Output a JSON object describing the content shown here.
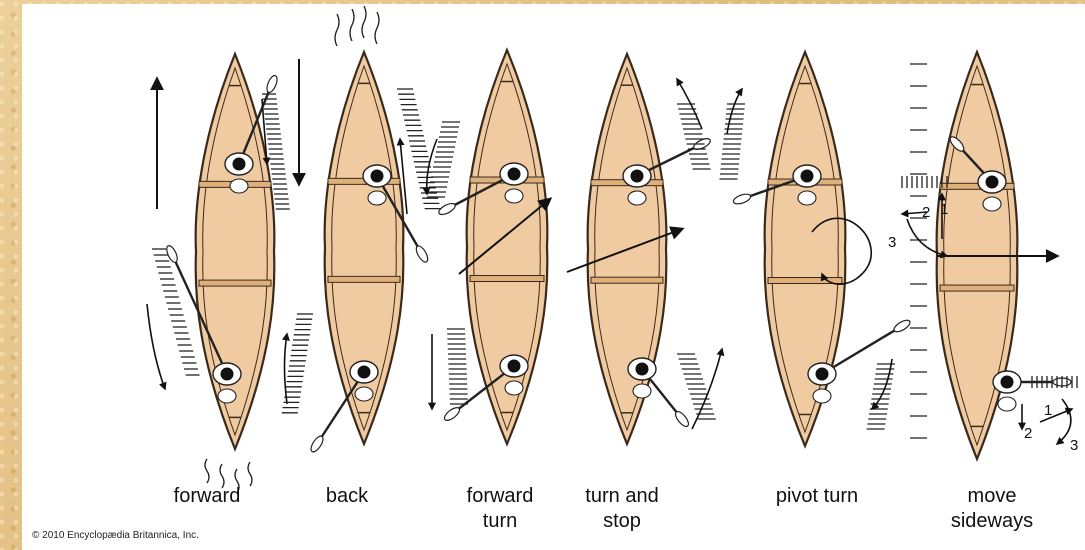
{
  "title": "",
  "strokes": [
    {
      "id": "forward",
      "label": "forward"
    },
    {
      "id": "back",
      "label": "back"
    },
    {
      "id": "forward-turn",
      "label": "forward\nturn"
    },
    {
      "id": "turn-and-stop",
      "label": "turn and\nstop"
    },
    {
      "id": "pivot-turn",
      "label": "pivot turn"
    },
    {
      "id": "move-sideways",
      "label": "move\nsideways"
    }
  ],
  "sideways_step_numbers": [
    "1",
    "2",
    "3",
    "1",
    "2",
    "3"
  ],
  "copyright": "© 2010 Encyclopædia Britannica, Inc.",
  "colors": {
    "canoe_fill": "#f0caa0",
    "canoe_outline": "#3a2a1c",
    "ink": "#111111",
    "background": "#e6c68a"
  }
}
